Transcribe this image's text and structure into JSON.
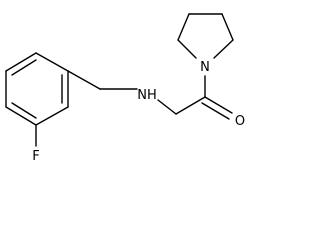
{
  "molecule": {
    "atoms": {
      "fluorine": "F",
      "amine_nitrogen": "NH",
      "ring_nitrogen": "N",
      "carbonyl_oxygen": "O"
    }
  }
}
